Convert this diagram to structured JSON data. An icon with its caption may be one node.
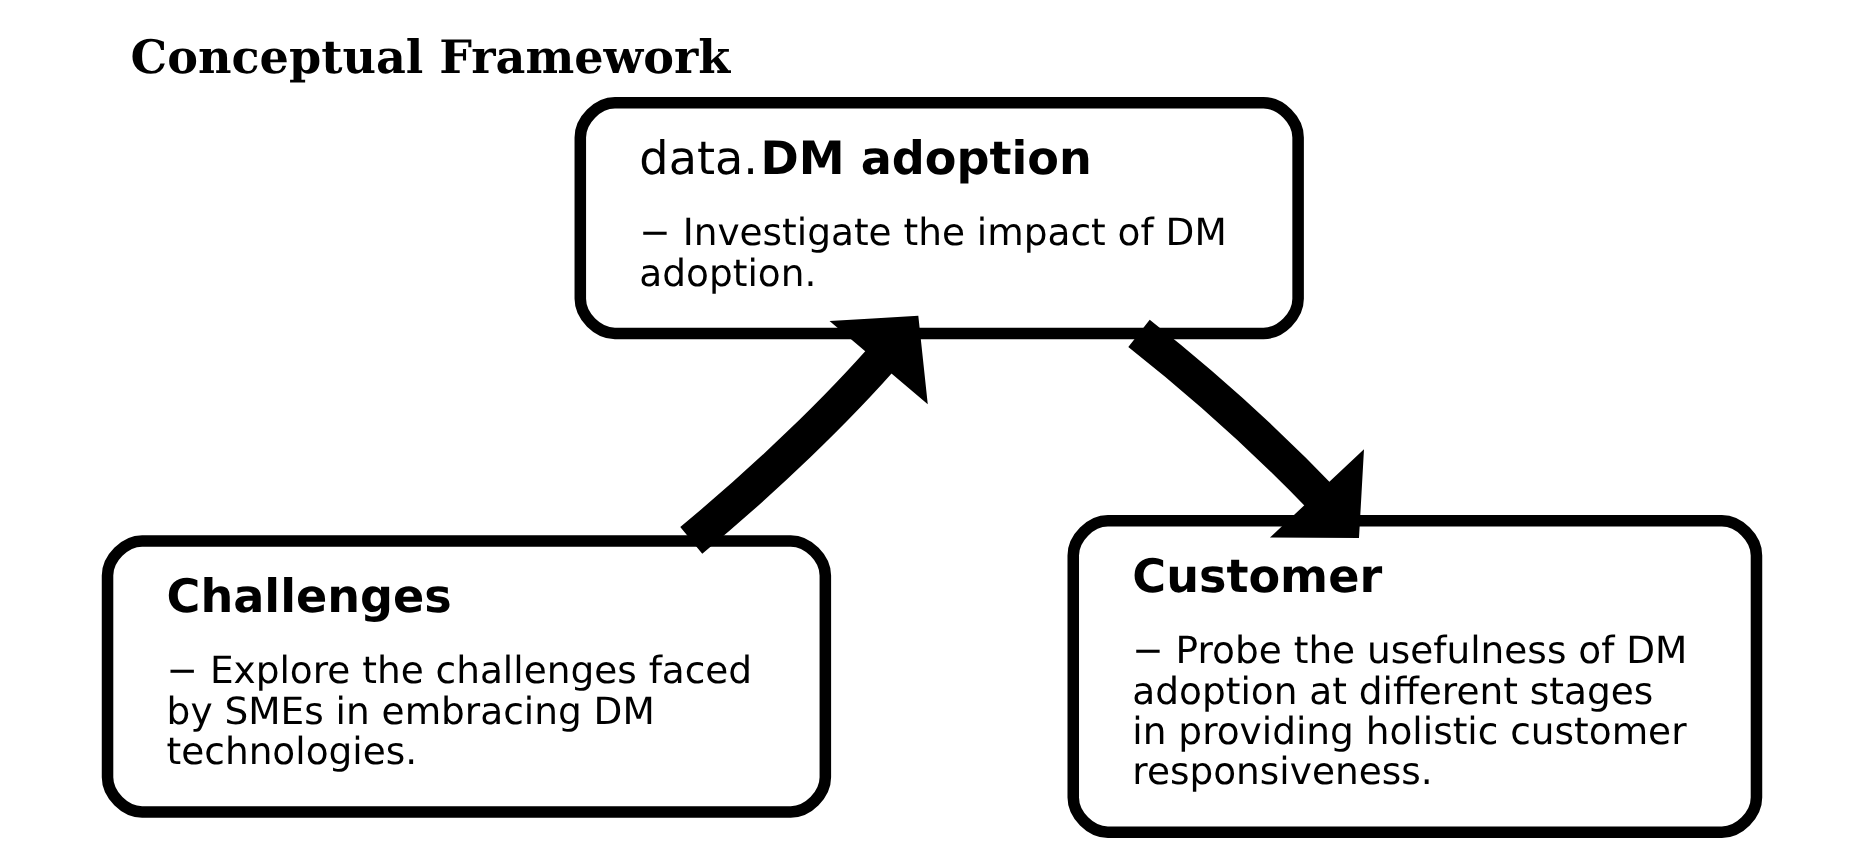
{
  "diagram": {
    "title": "Conceptual Framework",
    "nodes": [
      {
        "text": [
          "data.**DM adoption**",
          "− Investigate the impact of DM adoption."
        ]
      },
      {
        "text": [
          "**Challenges**",
          "− Explore the challenges faced by SMEs in embracing DM technologies."
        ]
      },
      {
        "text": [
          "**Customer**",
          "− Probe the usefulness of DM adoption at different stages in providing holistic customer responsiveness."
        ]
      }
    ],
    "edges": [
      {
        "from": 1,
        "to": 0,
        "arrow": "to"
      },
      {
        "from": 0,
        "to": 2,
        "arrow": "to"
      }
    ]
  }
}
